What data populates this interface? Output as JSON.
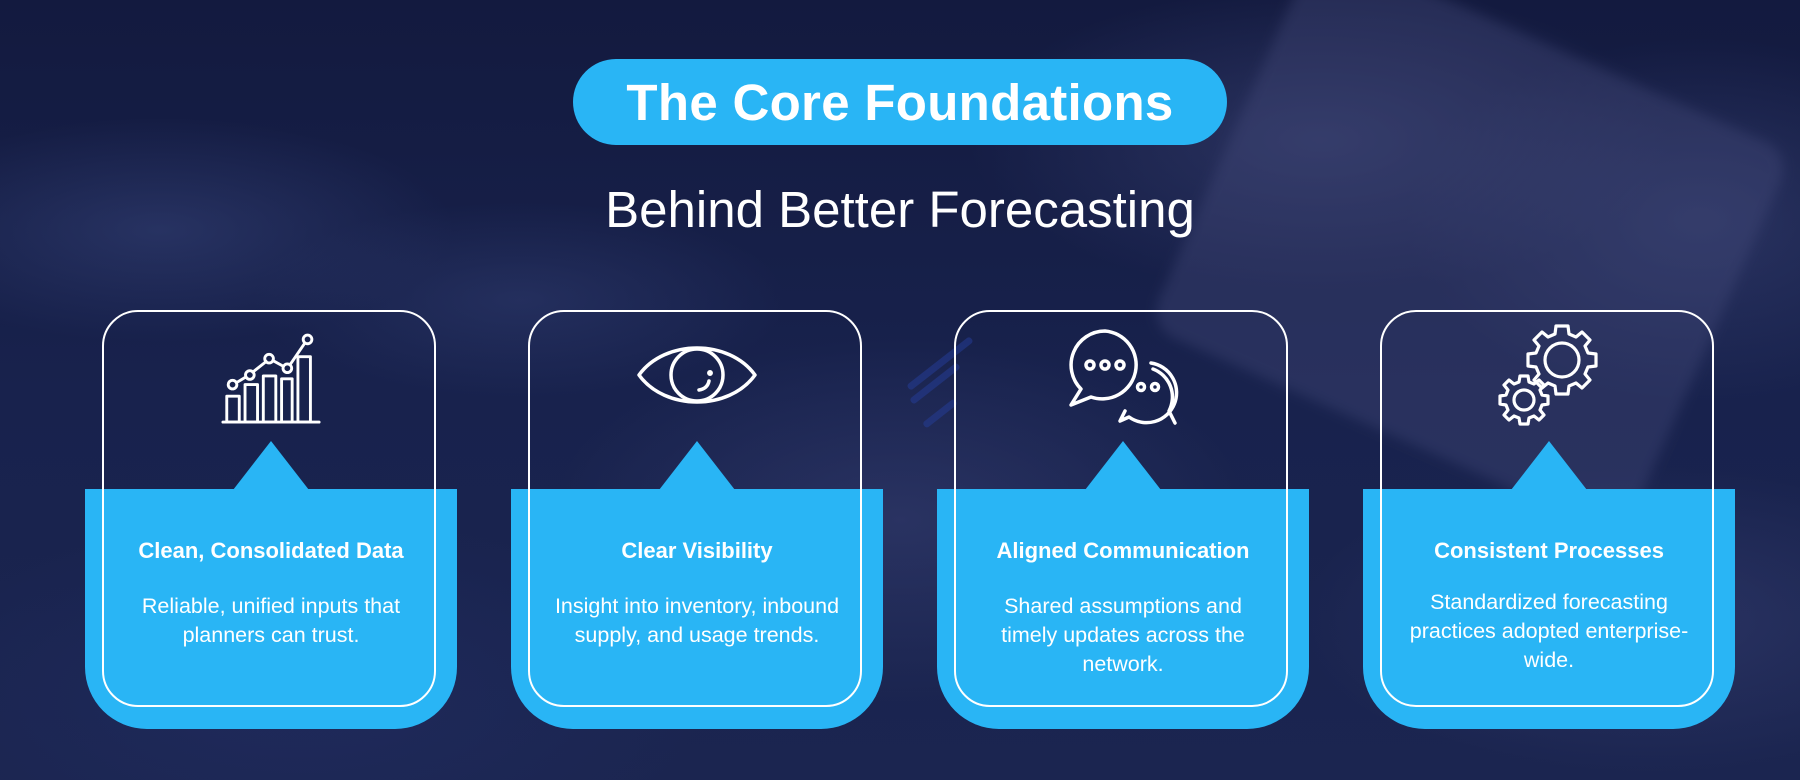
{
  "header": {
    "title": "The Core Foundations",
    "subtitle": "Behind Better Forecasting"
  },
  "colors": {
    "accent": "#29b5f5",
    "background": "#141b40",
    "text": "#ffffff"
  },
  "cards": [
    {
      "icon": "bar-chart-trend-icon",
      "heading": "Clean, Consolidated Data",
      "description": "Reliable, unified inputs that planners can trust."
    },
    {
      "icon": "eye-icon",
      "heading": "Clear Visibility",
      "description": "Insight into inventory, inbound supply, and usage trends."
    },
    {
      "icon": "chat-bubbles-icon",
      "heading": "Aligned Communication",
      "description": "Shared assumptions and timely updates across the network."
    },
    {
      "icon": "gears-icon",
      "heading": "Consistent Processes",
      "description": "Standardized forecasting practices adopted enterprise-wide."
    }
  ]
}
